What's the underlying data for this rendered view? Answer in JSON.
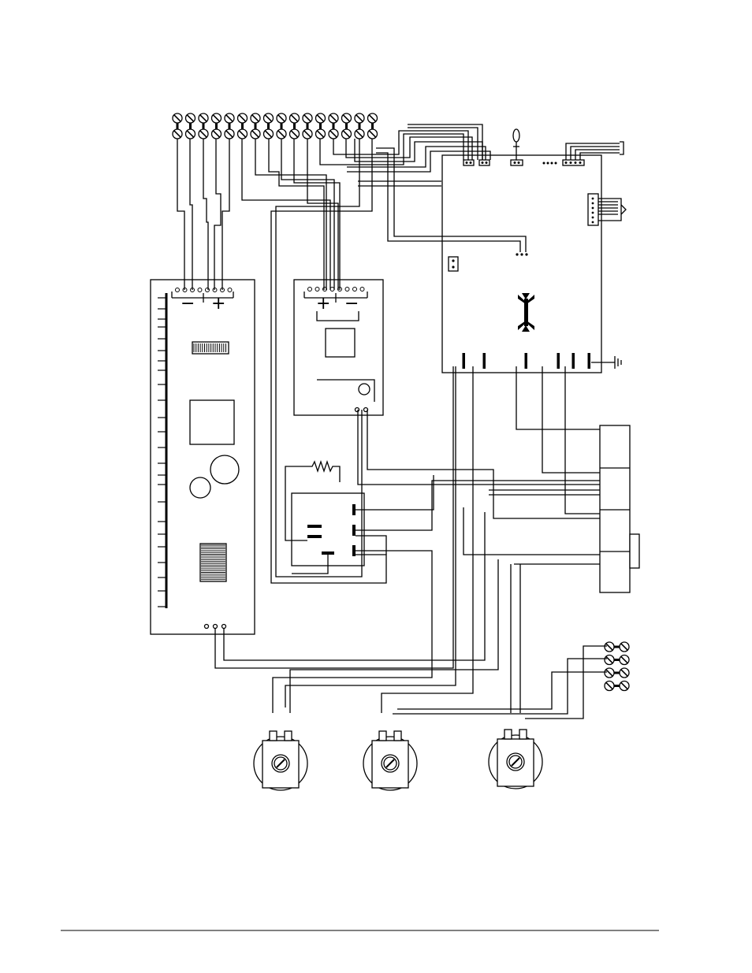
{
  "diagram": {
    "terminal_strip": {
      "terminal_count": 16
    },
    "power_supply": {
      "minus_symbol": "−",
      "plus_symbol": "+",
      "pin_count": 8
    },
    "dc_module": {
      "plus_symbol": "+",
      "minus_symbol": "−",
      "pin_count": 8
    },
    "main_board": {
      "connector_count": 6
    },
    "bottom_terminals": {
      "terminal_count": 4
    },
    "potentiometers": {
      "count": 3
    },
    "colors": {
      "line": "#000000",
      "background": "#ffffff"
    }
  }
}
